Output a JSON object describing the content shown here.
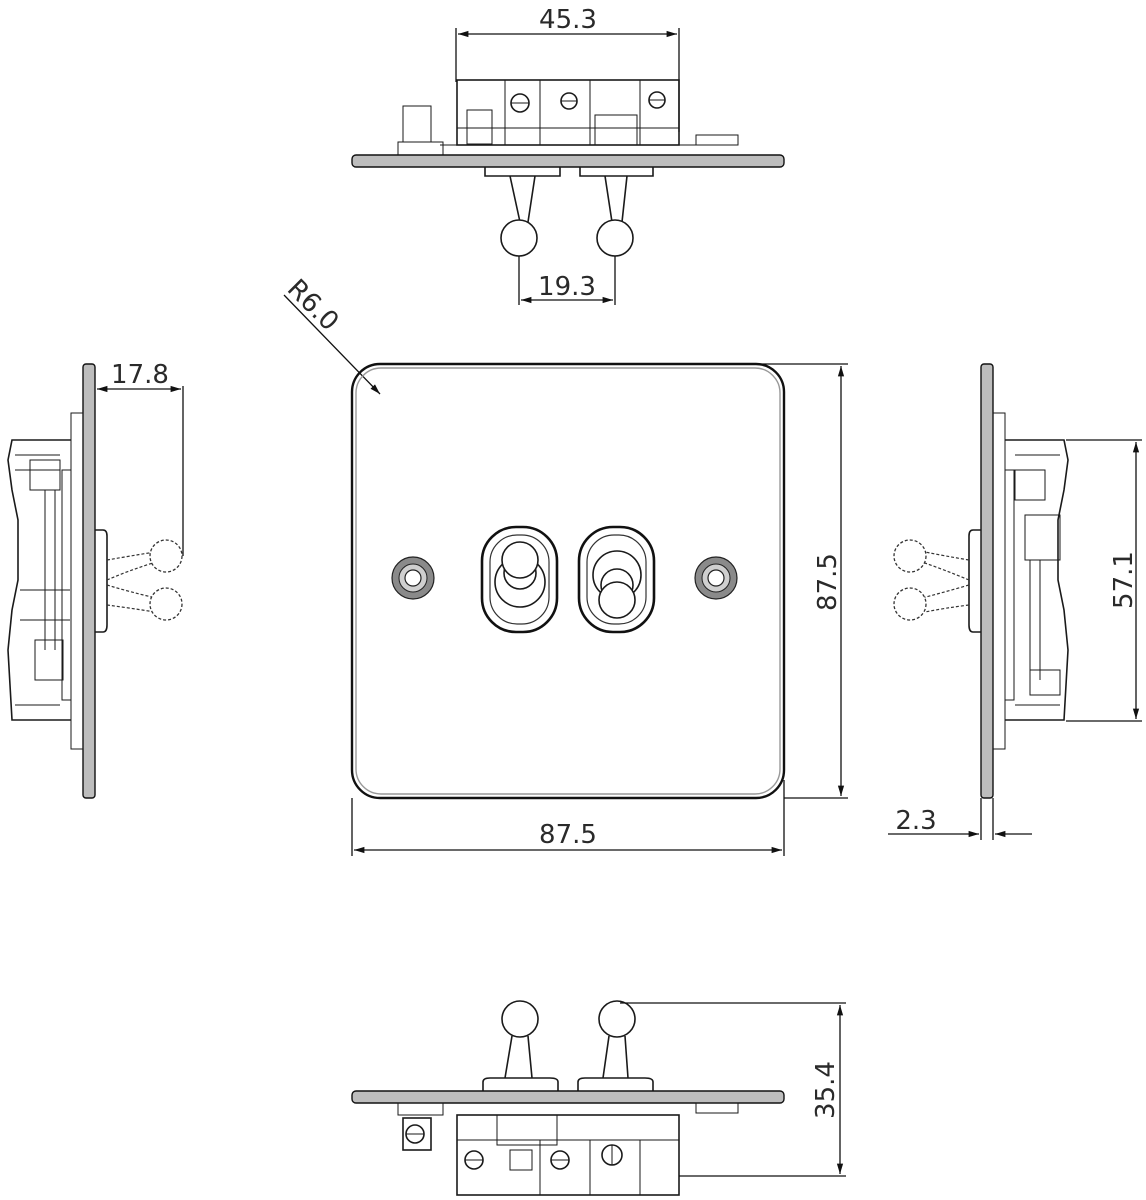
{
  "drawing": {
    "subject": "Double toggle switch plate - dimension drawing",
    "views": [
      "top",
      "left-side",
      "front",
      "right-side",
      "bottom"
    ]
  },
  "dimensions": {
    "top_width": "45.3",
    "toggle_spacing": "19.3",
    "corner_radius": "R6.0",
    "left_depth": "17.8",
    "front_width": "87.5",
    "front_height": "87.5",
    "right_body_height": "57.1",
    "plate_thickness": "2.3",
    "bottom_height": "35.4"
  },
  "front_view": {
    "screw_holes": 2,
    "toggles": [
      {
        "position": "up"
      },
      {
        "position": "down"
      }
    ]
  }
}
